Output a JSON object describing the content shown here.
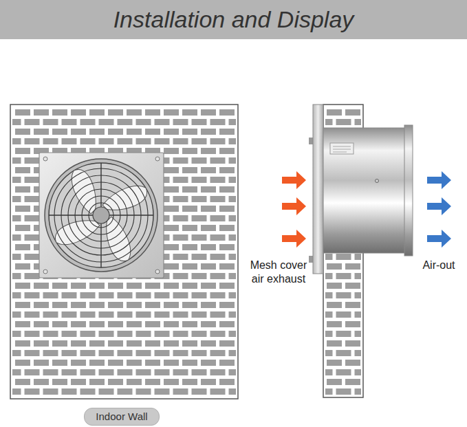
{
  "diagram": {
    "title": "Installation and Display",
    "nodes": [
      {
        "text": [
          "Indoor Wall"
        ]
      }
    ],
    "labels": [
      "Mesh cover air exhaust",
      "Air-out"
    ]
  }
}
